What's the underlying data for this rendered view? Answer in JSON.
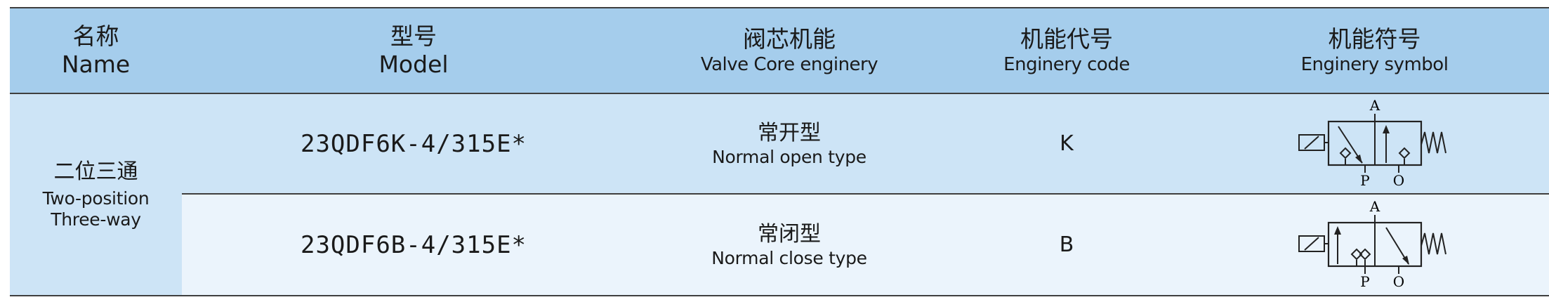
{
  "header": {
    "name_zh": "名称",
    "name_en": "Name",
    "model_zh": "型号",
    "model_en": "Model",
    "function_zh": "阀芯机能",
    "function_en": "Valve Core enginery",
    "code_zh": "机能代号",
    "code_en": "Enginery code",
    "symbol_zh": "机能符号",
    "symbol_en": "Enginery symbol"
  },
  "group": {
    "name_zh": "二位三通",
    "name_en_line1": "Two-position",
    "name_en_line2": "Three-way"
  },
  "rows": [
    {
      "model": "23QDF6K-4/315E*",
      "function_zh": "常开型",
      "function_en": "Normal open type",
      "code": "K",
      "port_top": "A",
      "port_bottom_left": "P",
      "port_bottom_right": "O"
    },
    {
      "model": "23QDF6B-4/315E*",
      "function_zh": "常闭型",
      "function_en": "Normal close type",
      "code": "B",
      "port_top": "A",
      "port_bottom_left": "P",
      "port_bottom_right": "O"
    }
  ],
  "colors": {
    "header_bg": "#a5cdec",
    "row1_bg": "#cde4f6",
    "row2_bg": "#ebf4fc",
    "rule": "#3f3f3f"
  }
}
